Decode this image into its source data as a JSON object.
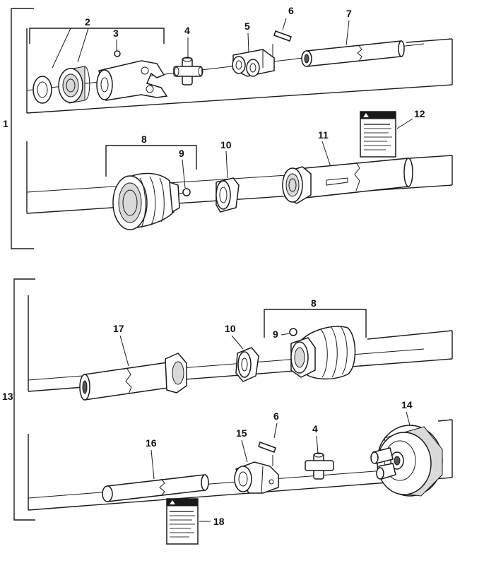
{
  "figure": {
    "callouts": {
      "c1": "1",
      "c2": "2",
      "c3": "3",
      "c4": "4",
      "c5": "5",
      "c6": "6",
      "c7": "7",
      "c8": "8",
      "c9": "9",
      "c10": "10",
      "c11": "11",
      "c12": "12",
      "c13": "13",
      "c8b": "8",
      "c9b": "9",
      "c10b": "10",
      "c17": "17",
      "c16": "16",
      "c15": "15",
      "c6b": "6",
      "c4b": "4",
      "c14": "14",
      "c18": "18"
    }
  }
}
